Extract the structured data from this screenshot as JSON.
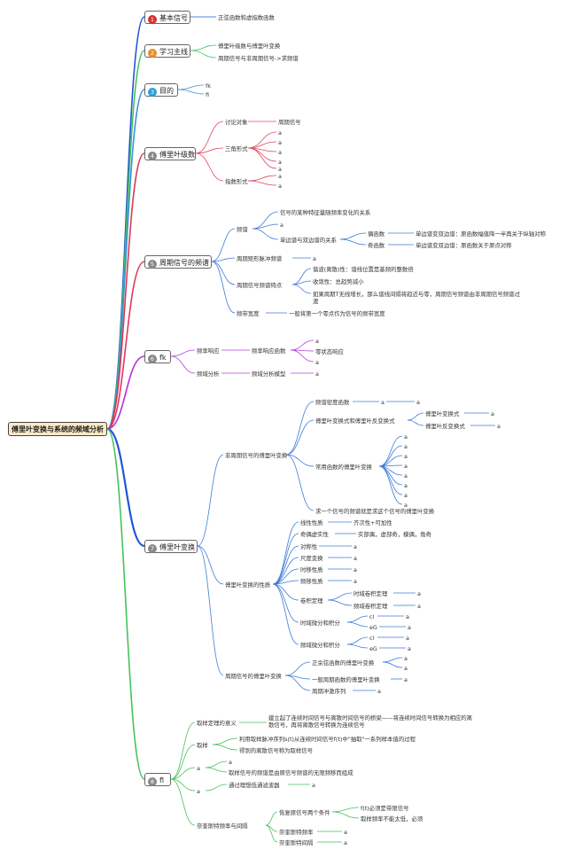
{
  "root": "傅里叶变换与系统的频域分析",
  "colors": {
    "b1": "#1f55d6",
    "b2": "#45c35a",
    "b3": "#3f8fd8",
    "b4": "#d63a50",
    "b5": "#e1365c",
    "b6": "#b52fd7",
    "b7": "#1f55d6",
    "b8": "#45c35a",
    "n1": "#d9302f",
    "n2": "#ee8b22",
    "n3": "#2c9fd8",
    "n4": "#888888",
    "n5": "#888888",
    "n6": "#888888",
    "n7": "#888888",
    "n8": "#888888"
  },
  "b1": {
    "num": "1",
    "label": "基本信号",
    "c1": "正弦函数和虚指数函数"
  },
  "b2": {
    "num": "2",
    "label": "学习主线",
    "c1": "傅里叶级数与傅里叶变换",
    "c2": "周期信号与非周期信号->求频谱"
  },
  "b3": {
    "num": "3",
    "label": "目的",
    "c1": "fk",
    "c2": "fi"
  },
  "b4": {
    "num": "4",
    "label": "傅里叶级数",
    "a": "讨论对象",
    "a1": "周期信号",
    "b": "三角形式",
    "b1": "a",
    "b2": "a",
    "b3": "a",
    "b4": "a",
    "b5": "a",
    "c": "指数形式",
    "c1": "a",
    "c2": "a"
  },
  "b5": {
    "num": "5",
    "label": "周期信号的频谱",
    "a": "频谱",
    "a1": "信号的某种特征量随频率变化的关系",
    "a2": "a",
    "a3": "单边谱与双边谱的关系",
    "a3a": "偶函数",
    "a3a1": "单边谱变双边谱：原函数幅值降一半再关于纵轴对称",
    "a3b": "奇函数",
    "a3b1": "单边谱变双边谱：原函数关于原点对称",
    "b": "周期矩形脉冲频谱",
    "b1": "a",
    "c": "周期信号频谱特点",
    "c1": "谐波(离散)性：谱线位置是基频的整数倍",
    "c2": "收敛性：总趋势减小",
    "c3": "如果周期T无线增长，那么谱线间隔将趋近与零，周期信号频谱由非周期信号频谱过渡",
    "d": "频带宽度",
    "d1": "一般将第一个零点作为信号的频带宽度"
  },
  "b6": {
    "num": "6",
    "label": "fk",
    "a": "频率响应",
    "a1": "频率响应函数",
    "a1a": "a",
    "a1b": "零状态响应",
    "a1c": "a",
    "b": "频域分析",
    "b1": "频域分析模型",
    "b1a": "a"
  },
  "b7": {
    "num": "7",
    "label": "傅里叶变换",
    "a": "非周期信号的傅里叶变换",
    "a1": "频谱密度函数",
    "a1a": "a",
    "a1b": "a",
    "a2": "傅里叶变换式和傅里叶反变换式",
    "a2a": "傅里叶变换式",
    "a2a1": "a",
    "a2b": "傅里叶反变换式",
    "a2b1": "a",
    "a3": "常用函数的傅里叶变换",
    "a3v": [
      "a",
      "a",
      "a",
      "a",
      "a",
      "a",
      "a",
      "a"
    ],
    "a4": "求一个信号的频谱就是求这个信号的傅里叶变换",
    "b": "傅里叶变换的性质",
    "b1": "线性性质",
    "b1a": "齐次性+可加性",
    "b2": "奇偶虚实性",
    "b2a": "实部偶，虚部奇，模偶，角奇",
    "b3": "对称性",
    "b3a": "a",
    "b4": "尺度变换",
    "b4a": "a",
    "b5": "时移性质",
    "b5a": "a",
    "b6": "频移性质",
    "b6a": "a",
    "b7": "卷积定理",
    "b7a": "时域卷积定理",
    "b7a1": "a",
    "b7b": "频域卷积定理",
    "b7b1": "a",
    "b8": "时域微分和积分",
    "b8a": "cl",
    "b8a1": "a",
    "b8b": "eG",
    "b8b1": "a",
    "b9": "频域微分和积分",
    "b9a": "cl",
    "b9a1": "a",
    "b9b": "eG",
    "b9b1": "a",
    "c": "周期信号的傅里叶变换",
    "c1": "正余弦函数的傅里叶变换",
    "c1a": "a",
    "c1b": "a",
    "c2": "一般周期函数的傅里叶变换",
    "c2a": "a",
    "c3": "周期冲激序列",
    "c3a": "a"
  },
  "b8": {
    "num": "8",
    "label": "fl",
    "a": "取样定理的意义",
    "a1": "建立起了连续时间信号与离散时间信号的桥梁——将连续时间信号转换为相应的离散信号，再将离散信号转换为连续信号",
    "b": "取样",
    "b1": "利用取样脉冲序列s(t)从连续时间信号f(t)中\"抽取\"一系列样本值的过程",
    "b2": "得到的离散信号称为取样信号",
    "c": "a",
    "c1": "a",
    "c2": "取样信号的频谱是由原信号频谱的无限频移而组成",
    "d": "a",
    "d1": "通过理想低通滤波器",
    "d1a": "a",
    "e": "奈奎斯特频率与间隔",
    "e1": "恢复原信号两个条件",
    "e1a": "f(t)必须是带限信号",
    "e1b": "取样频率不能太低，必须",
    "e2": "奈奎斯特频率",
    "e2a": "a",
    "e3": "奈奎斯特间隔",
    "e3a": "a"
  }
}
